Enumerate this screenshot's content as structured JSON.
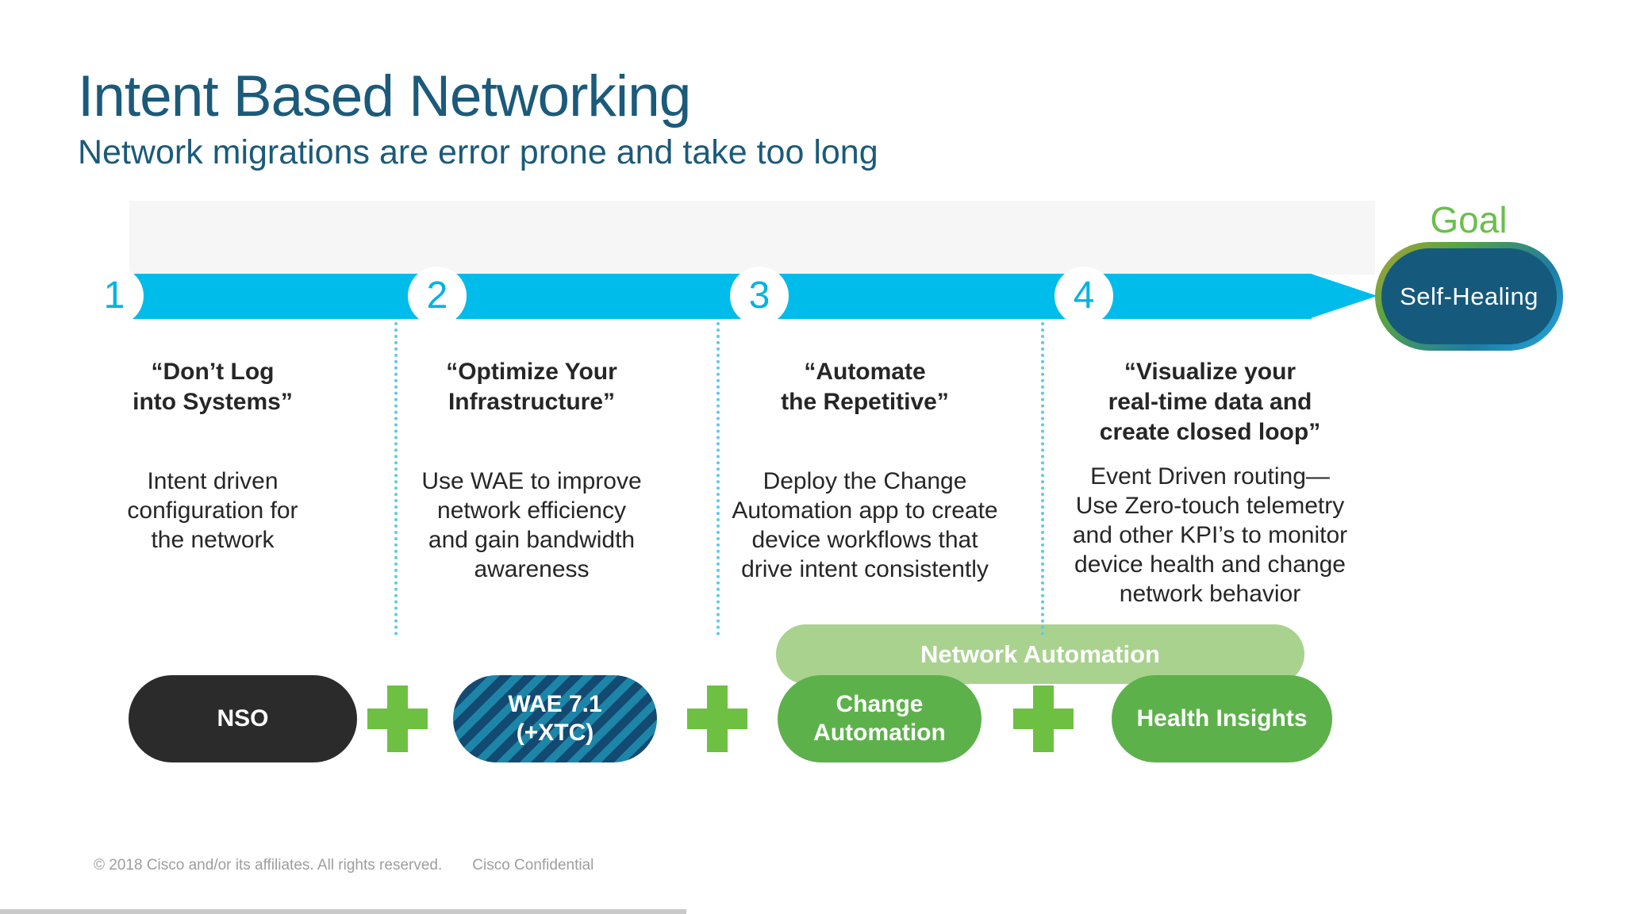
{
  "title": "Intent Based Networking",
  "subtitle": "Network migrations are error prone and take too long",
  "goal": {
    "label": "Goal",
    "badge": "Self-Healing"
  },
  "steps": [
    {
      "number": "1",
      "quote": "“Don’t Log\ninto Systems”",
      "description": "Intent driven\nconfiguration for\nthe network"
    },
    {
      "number": "2",
      "quote": "“Optimize Your\nInfrastructure”",
      "description": "Use WAE to improve\nnetwork efficiency\nand gain bandwidth\nawareness"
    },
    {
      "number": "3",
      "quote": "“Automate\nthe Repetitive”",
      "description": "Deploy the Change\nAutomation app to create\ndevice workflows that\ndrive intent consistently"
    },
    {
      "number": "4",
      "quote": "“Visualize your\nreal-time data and\ncreate closed loop”",
      "description": "Event Driven routing—\nUse Zero-touch telemetry\nand other KPI’s to monitor\ndevice health and change\nnetwork behavior"
    }
  ],
  "products": {
    "banner": "Network Automation",
    "pills": [
      {
        "label": "NSO"
      },
      {
        "label": "WAE 7.1\n(+XTC)"
      },
      {
        "label": "Change\nAutomation"
      },
      {
        "label": "Health Insights"
      }
    ]
  },
  "footer": {
    "copyright": "© 2018  Cisco and/or its affiliates. All rights reserved.",
    "confidential": "Cisco Confidential"
  },
  "colors": {
    "arrow_band": "#00bceb",
    "step_number": "#00b3e3",
    "title_text": "#1b5a7a",
    "goal_green": "#6abf4b",
    "banner_green": "#a9d28f",
    "pill_green": "#5db14b",
    "plus_green": "#6ec043",
    "nso_dark": "#2b2b2b",
    "wae_stripe_dark": "#124a72",
    "wae_stripe_light": "#1d85a8",
    "badge_fill": "#155a7d"
  }
}
